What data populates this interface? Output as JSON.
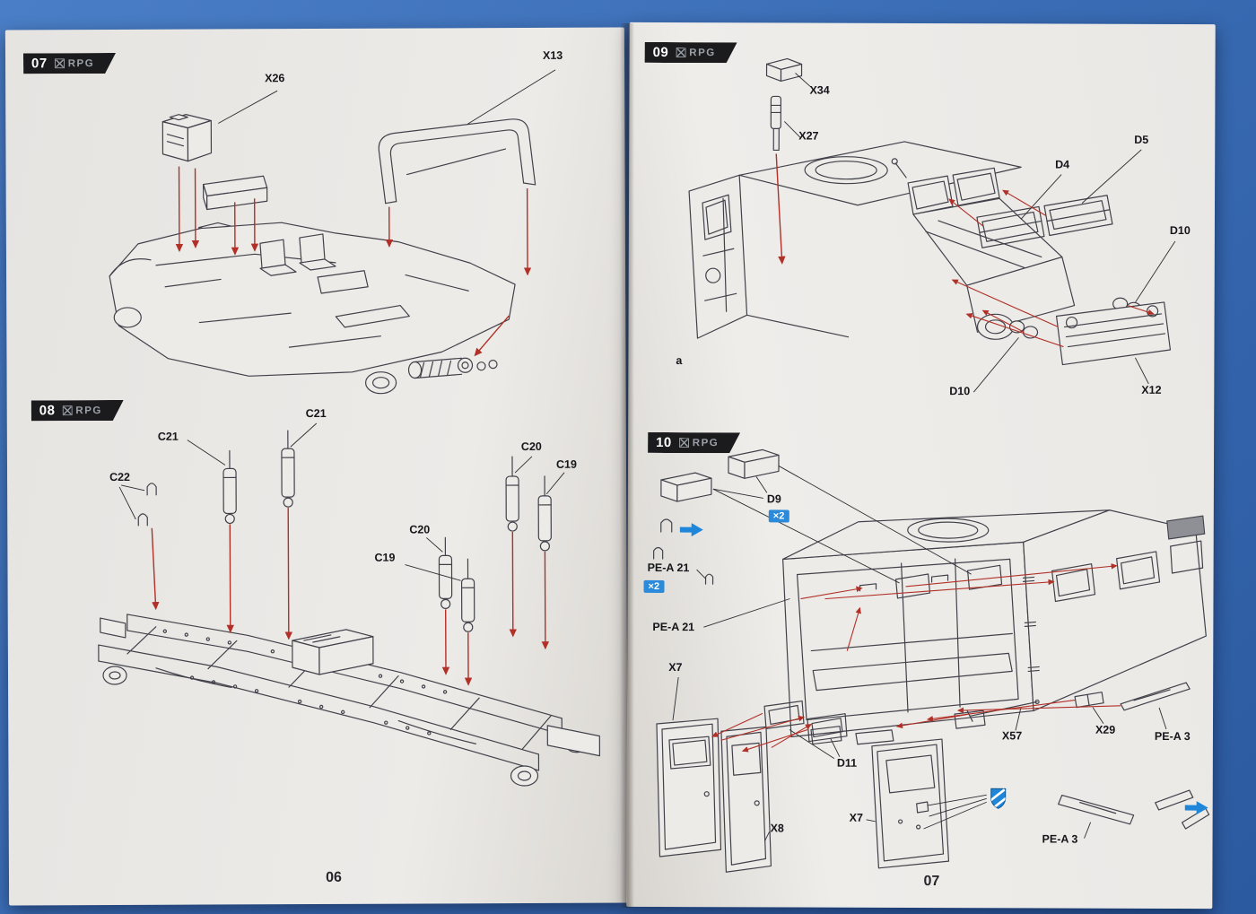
{
  "colors": {
    "background_blue": "#3a6db6",
    "page": "#eae8e5",
    "line_ink": "#41414a",
    "arrow_red": "#b13028",
    "accent_blue": "#2b8ad9",
    "header_black": "#1b1b1e",
    "logo_gray": "#9ba1a8"
  },
  "icons": {
    "rpg_logo_icon": "crossed-swords-icon",
    "qty_badge": "quantity-multiplier-badge",
    "blue_arrow": "direction-arrow-right",
    "decal_shield": "striped-shield-marker"
  },
  "left_page": {
    "page_number": "06",
    "step07": {
      "number": "07",
      "logo": "RPG",
      "labels": {
        "x26": "X26",
        "x13": "X13"
      }
    },
    "step08": {
      "number": "08",
      "logo": "RPG",
      "labels": {
        "c21_top": "C21",
        "c21_left": "C21",
        "c22": "C22",
        "c20_right": "C20",
        "c19_right": "C19",
        "c20_mid": "C20",
        "c19_mid": "C19"
      }
    }
  },
  "right_page": {
    "page_number": "07",
    "step09": {
      "number": "09",
      "logo": "RPG",
      "note": "a",
      "labels": {
        "x34": "X34",
        "x27": "X27",
        "d4": "D4",
        "d5": "D5",
        "d10_right": "D10",
        "d10_bottom": "D10",
        "x12": "X12"
      }
    },
    "step10": {
      "number": "10",
      "logo": "RPG",
      "labels": {
        "d9": "D9",
        "pe_a21_a": "PE-A 21",
        "pe_a21_b": "PE-A 21",
        "x7_left": "X7",
        "d11": "D11",
        "x8": "X8",
        "x7_mid": "X7",
        "x57": "X57",
        "x29": "X29",
        "pe_a3_right": "PE-A 3",
        "pe_a3_bottom": "PE-A 3"
      },
      "quantities": {
        "d9_qty": "×2",
        "pe_a21_qty": "×2"
      }
    }
  }
}
